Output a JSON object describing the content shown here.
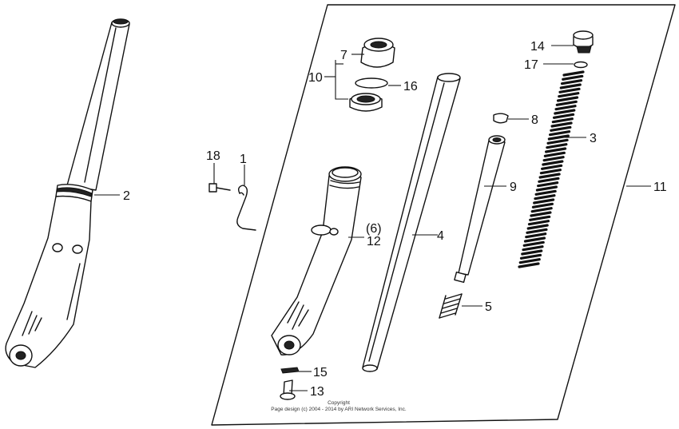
{
  "labels": {
    "p1": "1",
    "p2": "2",
    "p3": "3",
    "p4": "4",
    "p5": "5",
    "p6": "(6)",
    "p7": "7",
    "p8": "8",
    "p9": "9",
    "p10": "10",
    "p11": "11",
    "p12": "12",
    "p13": "13",
    "p14": "14",
    "p15": "15",
    "p16": "16",
    "p17": "17",
    "p18": "18"
  },
  "copyright": {
    "line1": "Copyright",
    "line2": "Page design (c) 2004 - 2014 by ARI Network Services, Inc."
  }
}
